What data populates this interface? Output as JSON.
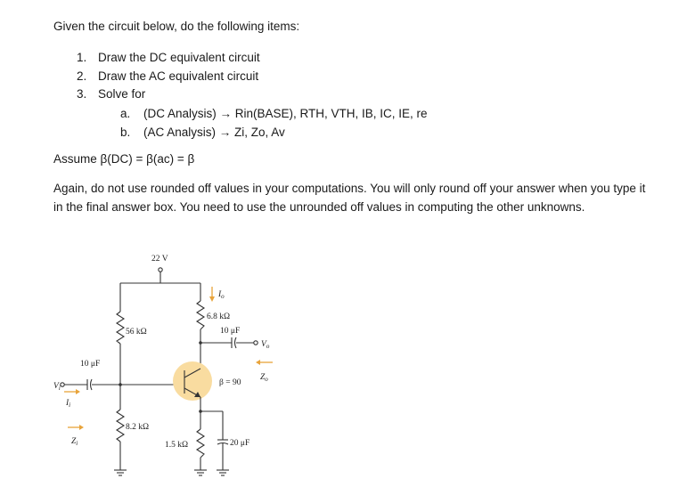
{
  "problem": {
    "intro": "Given the circuit below, do the following items:",
    "items": [
      {
        "num": "1.",
        "text": "Draw the DC equivalent circuit"
      },
      {
        "num": "2.",
        "text": "Draw the AC equivalent circuit"
      },
      {
        "num": "3.",
        "text": "Solve for"
      }
    ],
    "subitems": [
      {
        "num": "a.",
        "text": "(DC Analysis) → Rin(BASE), RTH, VTH, IB, IC, IE, re"
      },
      {
        "num": "b.",
        "text": "(AC Analysis) → Zi, Zo, Av"
      }
    ],
    "assume": "Assume β(DC) =  β(ac) = β",
    "note": "Again, do not use rounded off values in your computations.  You will only round off your answer when you type it in the final answer box.  You need to use the unrounded off values in computing the other unknowns."
  },
  "circuit": {
    "vcc": "22 V",
    "r1": "56 kΩ",
    "r2": "8.2 kΩ",
    "rc": "6.8 kΩ",
    "re": "1.5 kΩ",
    "cin": "10 μF",
    "cout": "10 μF",
    "ce": "20 μF",
    "beta": "β = 90",
    "vi": "V",
    "vi_sub": "i",
    "vo": "V",
    "vo_sub": "o",
    "ii": "I",
    "ii_sub": "i",
    "io": "I",
    "io_sub": "o",
    "zi": "Z",
    "zi_sub": "i",
    "zo": "Z",
    "zo_sub": "o"
  },
  "colors": {
    "transistor_highlight": "#f9dca0",
    "arrow_color": "#e8a33a"
  }
}
